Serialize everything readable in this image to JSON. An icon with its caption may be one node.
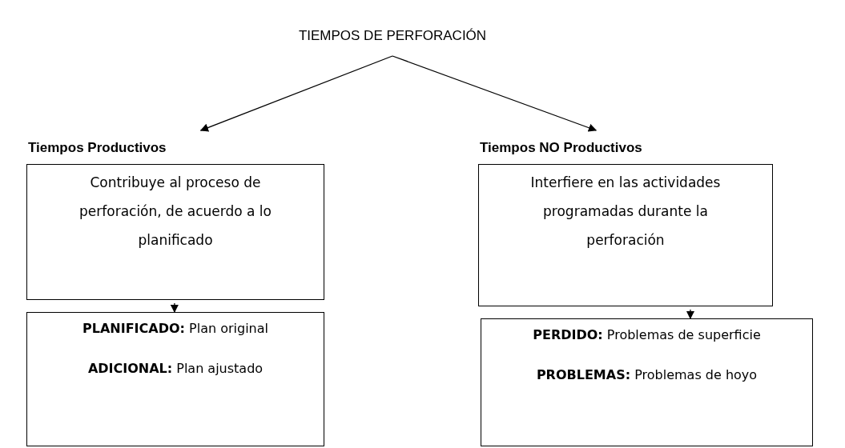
{
  "diagram": {
    "nodes": [
      {
        "text": [
          "TIEMPOS DE PERFORACIÓN"
        ]
      },
      {
        "text": [
          "Tiempos Productivos",
          "Contribuye al proceso de perforación, de acuerdo a lo planificado"
        ]
      },
      {
        "text": [
          "Tiempos NO Productivos",
          "Interfiere en las actividades programadas durante la perforación"
        ]
      },
      {
        "text": [
          "**PLANIFICADO:** Plan original",
          "**ADICIONAL:** Plan ajustado"
        ]
      },
      {
        "text": [
          "**PERDIDO:** Problemas de superficie",
          "**PROBLEMAS:** Problemas de hoyo"
        ]
      }
    ],
    "edges": [
      {
        "from": 0,
        "to": 1,
        "arrow": "to"
      },
      {
        "from": 0,
        "to": 2,
        "arrow": "to"
      },
      {
        "from": 1,
        "to": 3,
        "arrow": "to"
      },
      {
        "from": 2,
        "to": 4,
        "arrow": "to"
      }
    ]
  }
}
